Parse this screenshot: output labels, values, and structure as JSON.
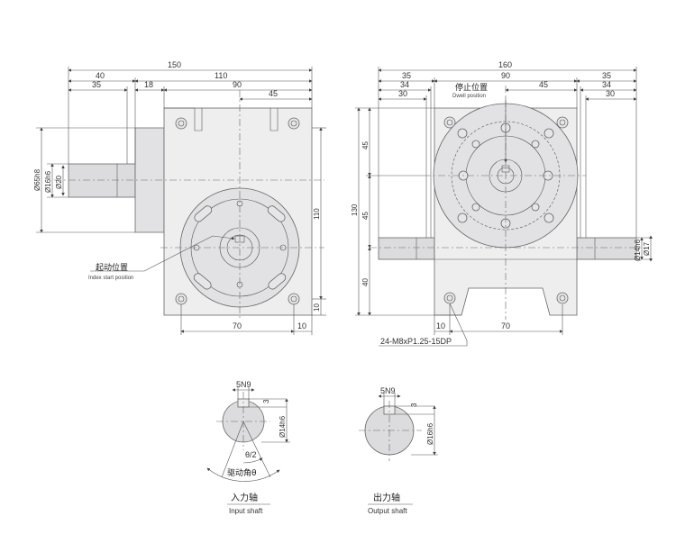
{
  "left_view": {
    "dims": {
      "top_150": "150",
      "top_40": "40",
      "top_110": "110",
      "top_35": "35",
      "top_18": "18",
      "top_90": "90",
      "top_45": "45",
      "left_65h8": "Ø65h8",
      "left_16h6": "Ø16h6",
      "left_20": "Ø20",
      "right_110": "110",
      "right_10": "10",
      "bottom_70": "70",
      "bottom_10": "10"
    },
    "index_label_zh": "起动位置",
    "index_label_en": "Index start position"
  },
  "right_view": {
    "dims": {
      "top_160": "160",
      "top_35_left": "35",
      "top_90": "90",
      "top_35_right": "35",
      "top_34_left": "34",
      "top_45": "45",
      "top_34_right": "34",
      "top_30_left": "30",
      "top_30_right": "30",
      "left_130": "130",
      "left_45_a": "45",
      "left_45_b": "45",
      "left_40": "40",
      "right_14h6": "Ø14h6",
      "right_17": "Ø17",
      "bottom_10": "10",
      "bottom_70": "70"
    },
    "dwell_label_zh": "停止位置",
    "dwell_label_en": "Dwell position",
    "thread_callout": "24-M8xP1.25-15DP"
  },
  "input_shaft": {
    "key": "5N9",
    "depth": "3",
    "diameter": "Ø14h6",
    "half_angle": "θ/2",
    "drive_angle": "驱动角θ",
    "caption_zh": "入力轴",
    "caption_en": "Input shaft"
  },
  "output_shaft": {
    "key": "5N9",
    "depth": "3",
    "diameter": "Ø16h6",
    "caption_zh": "出力轴",
    "caption_en": "Output shaft"
  }
}
